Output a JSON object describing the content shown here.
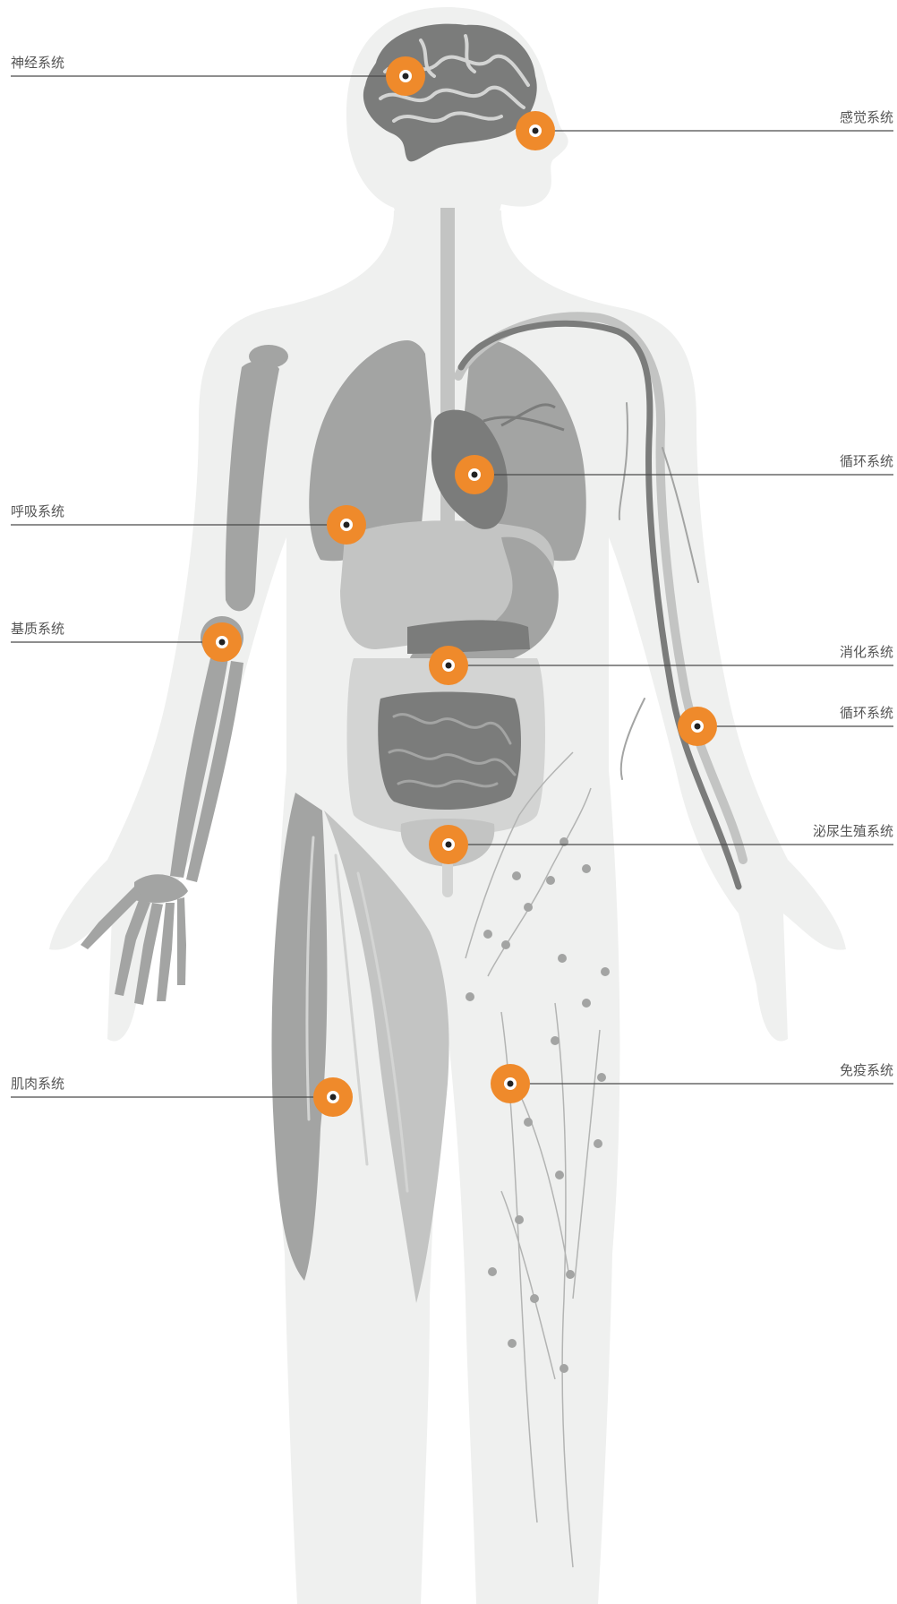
{
  "colors": {
    "background": "#ffffff",
    "body_silhouette": "#eff0ef",
    "organ_dark": "#7b7c7b",
    "organ_mid": "#a3a4a3",
    "organ_light": "#c3c4c3",
    "organ_pale": "#d3d4d3",
    "marker": "#ef8a2b",
    "leader_line": "#4a4a4a",
    "label_text": "#555555"
  },
  "markers": [
    {
      "id": "nervous",
      "label": "神经系统",
      "icon": "brain"
    },
    {
      "id": "sensory",
      "label": "感觉系统",
      "icon": "head-sense"
    },
    {
      "id": "circulatory-heart",
      "label": "循环系统",
      "icon": "heart"
    },
    {
      "id": "respiratory",
      "label": "呼吸系统",
      "icon": "lungs"
    },
    {
      "id": "matrix",
      "label": "基质系统",
      "icon": "elbow-joint"
    },
    {
      "id": "digestive",
      "label": "消化系统",
      "icon": "stomach"
    },
    {
      "id": "circulatory-arm",
      "label": "循环系统",
      "icon": "arm-vessels"
    },
    {
      "id": "urogenital",
      "label": "泌尿生殖系统",
      "icon": "bladder"
    },
    {
      "id": "muscular",
      "label": "肌肉系统",
      "icon": "thigh-muscle"
    },
    {
      "id": "immune",
      "label": "免疫系统",
      "icon": "lymph-nodes"
    }
  ]
}
